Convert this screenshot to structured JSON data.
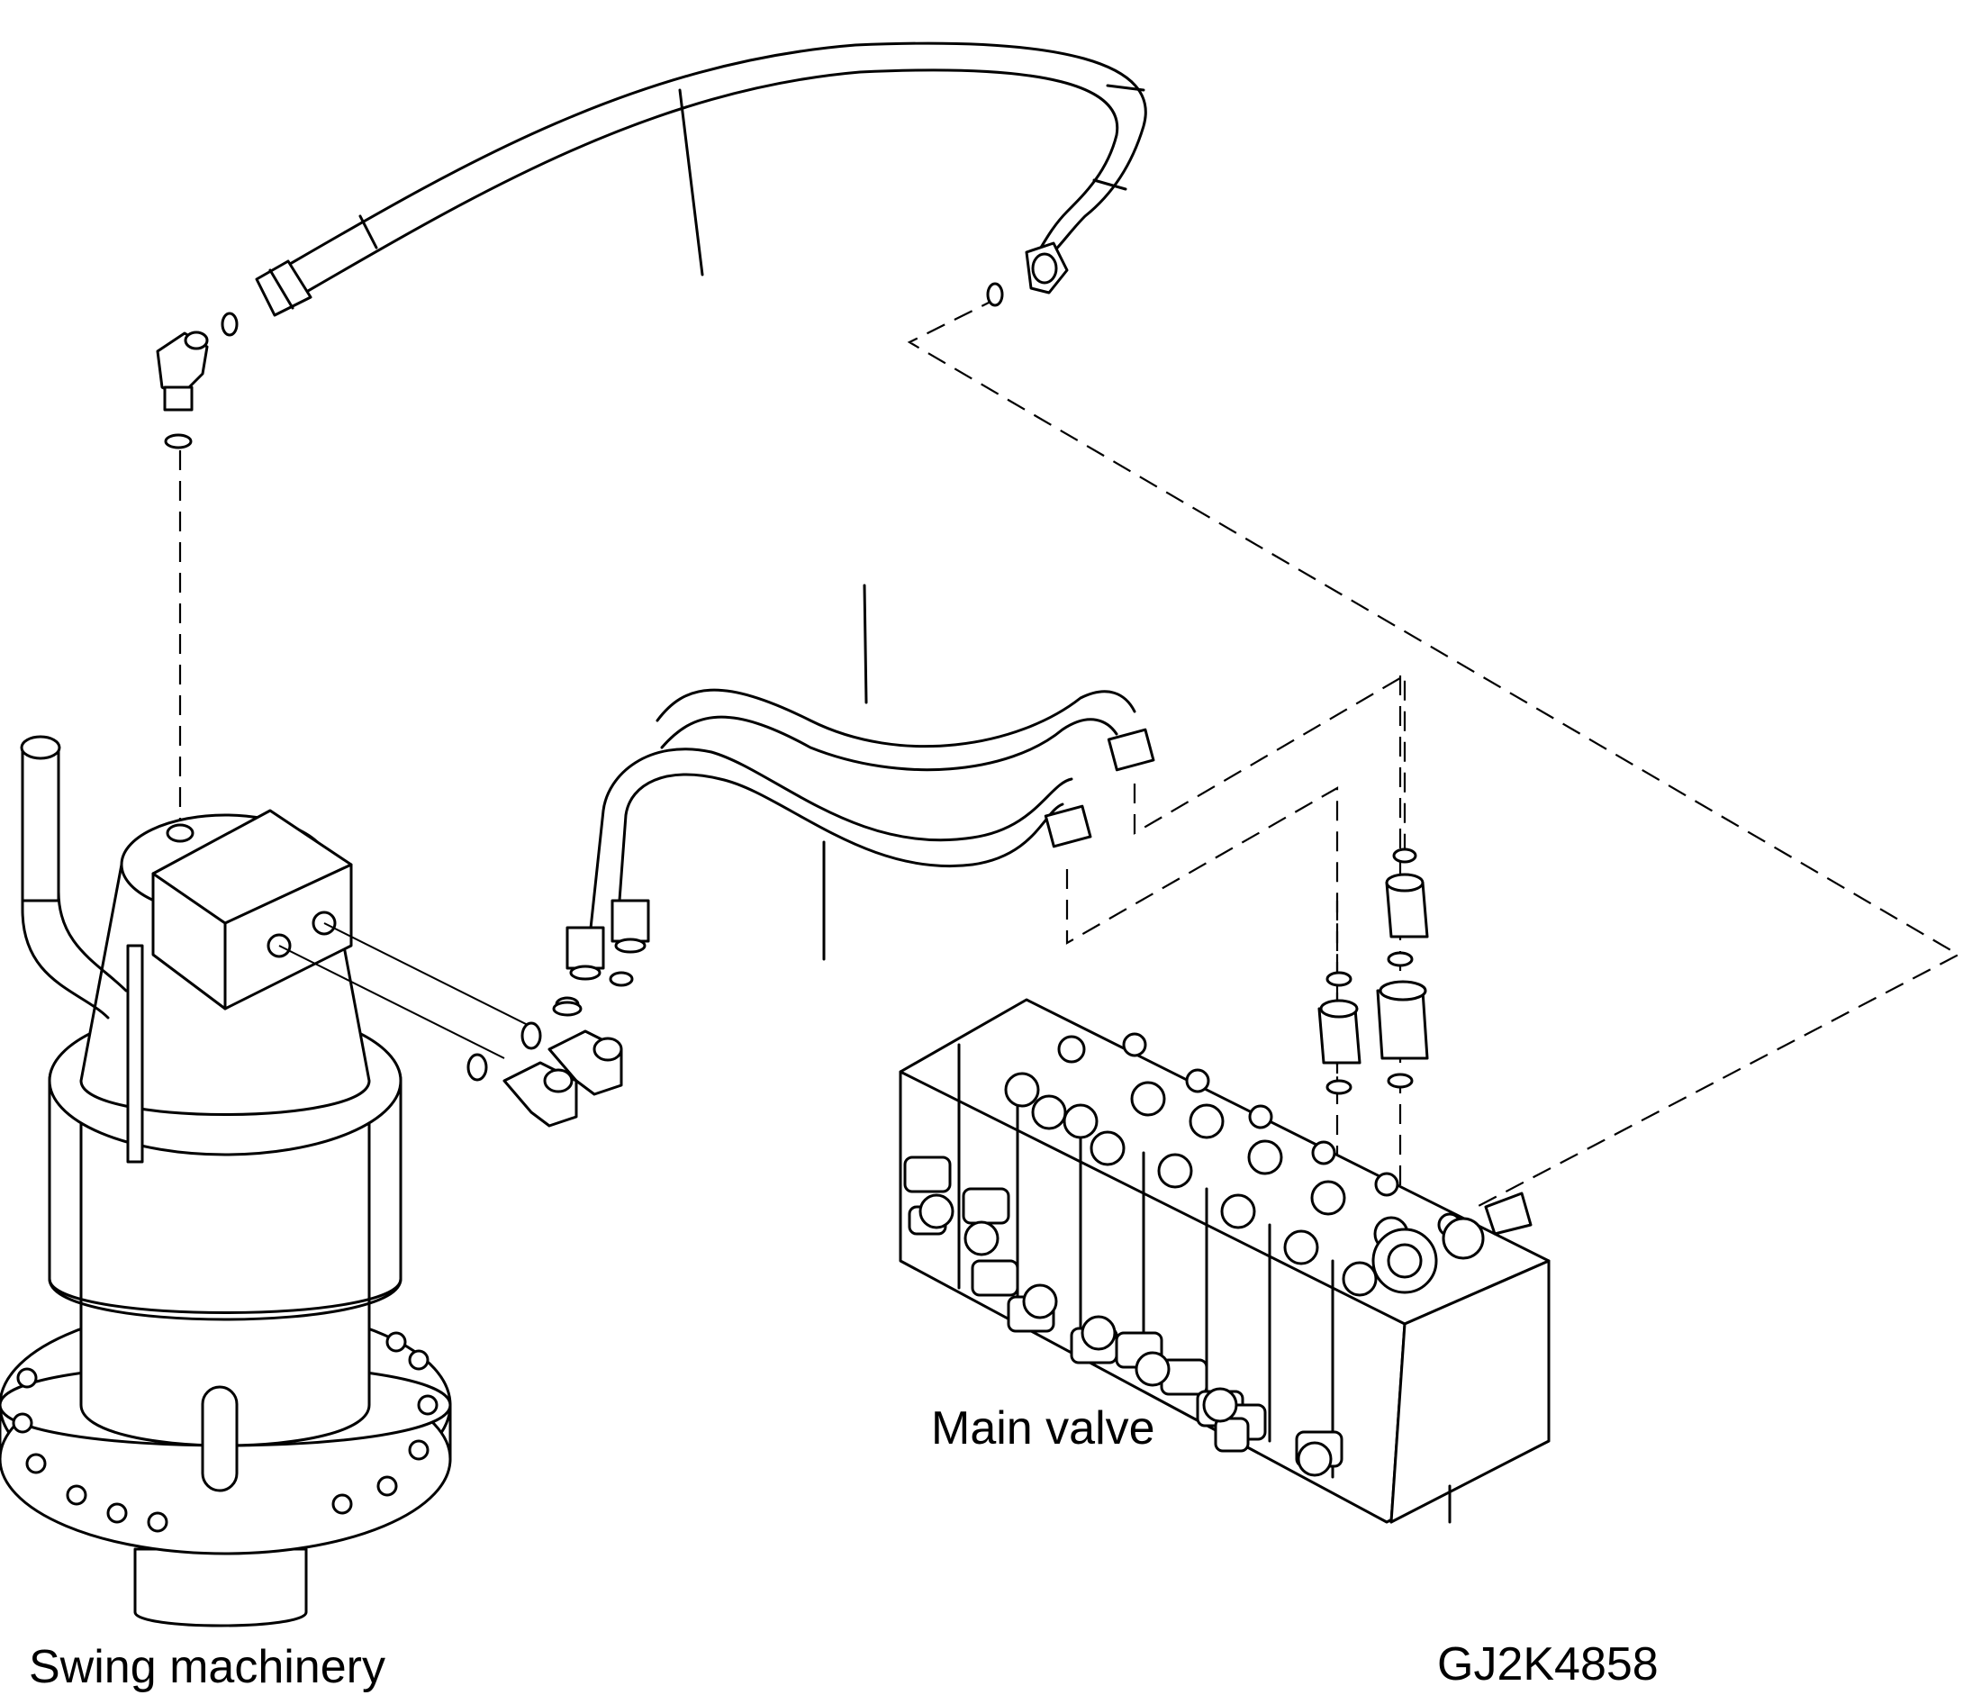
{
  "labels": {
    "swing_machinery": "Swing machinery",
    "main_valve": "Main valve",
    "drawing_code": "GJ2K4858"
  }
}
